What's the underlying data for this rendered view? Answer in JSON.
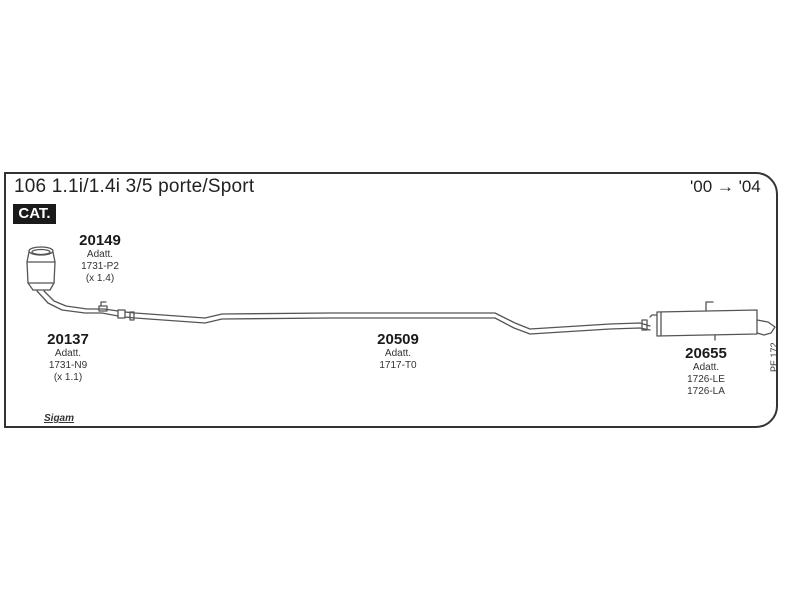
{
  "header": {
    "title": "106 1.1i/1.4i 3/5 porte/Sport",
    "years": "'00 → '04",
    "badge": "CAT."
  },
  "parts": {
    "p20149": {
      "number": "20149",
      "line1": "Adatt.",
      "line2": "1731-P2",
      "line3": "(x 1.4)"
    },
    "p20137": {
      "number": "20137",
      "line1": "Adatt.",
      "line2": "1731-N9",
      "line3": "(x 1.1)"
    },
    "p20509": {
      "number": "20509",
      "line1": "Adatt.",
      "line2": "1717-T0"
    },
    "p20655": {
      "number": "20655",
      "line1": "Adatt.",
      "line2": "1726-LE",
      "line3": "1726-LA"
    }
  },
  "ref_code": "PE 172",
  "brand": "Sigam",
  "colors": {
    "line": "#555555",
    "frame": "#333333",
    "badge_bg": "#1a1a1a"
  }
}
